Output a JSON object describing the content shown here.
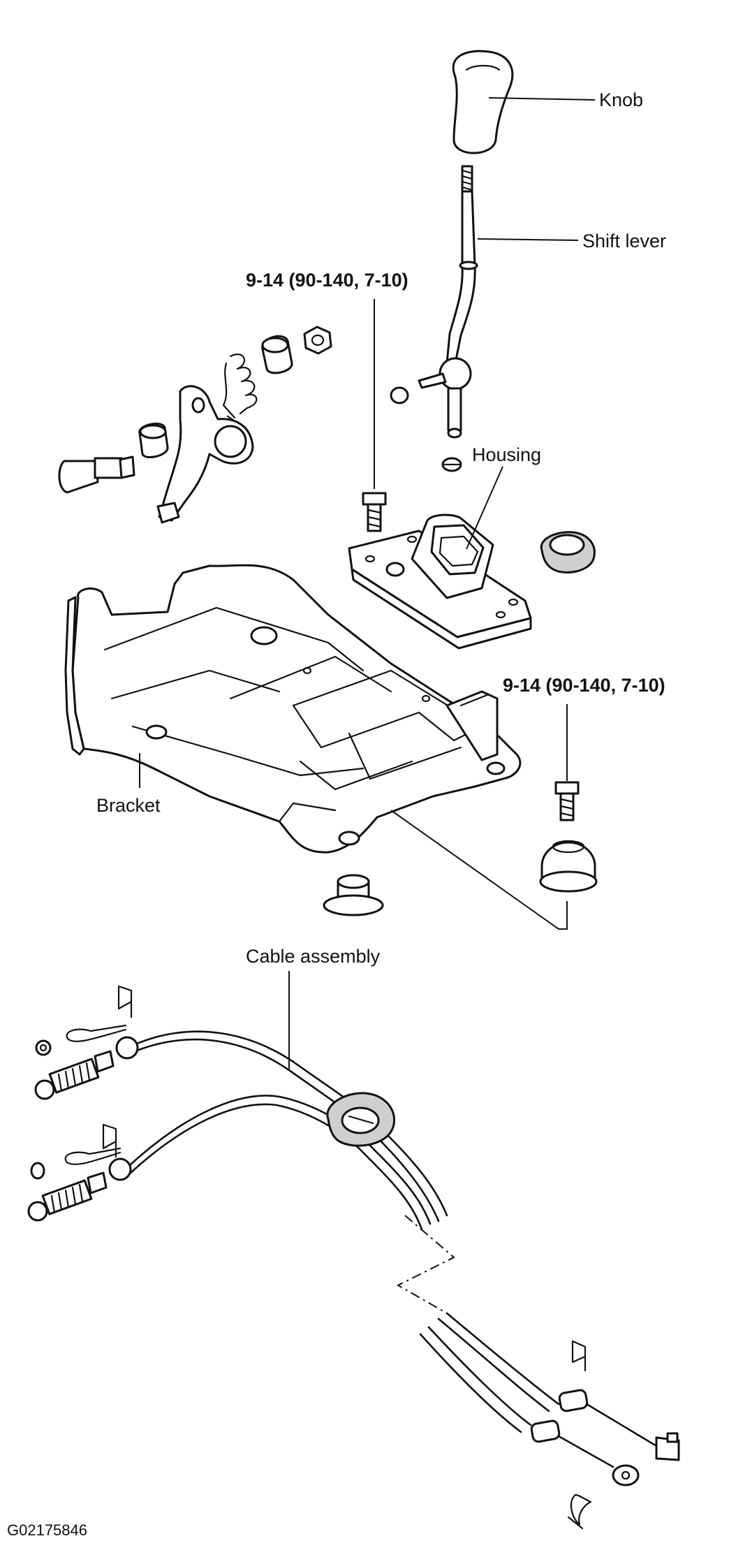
{
  "diagram": {
    "labels": {
      "knob": "Knob",
      "shift_lever": "Shift lever",
      "torque_top": "9-14 (90-140, 7-10)",
      "housing": "Housing",
      "torque_right": "9-14 (90-140, 7-10)",
      "bracket": "Bracket",
      "cable_assembly": "Cable assembly",
      "figure_code": "G02175846"
    }
  }
}
